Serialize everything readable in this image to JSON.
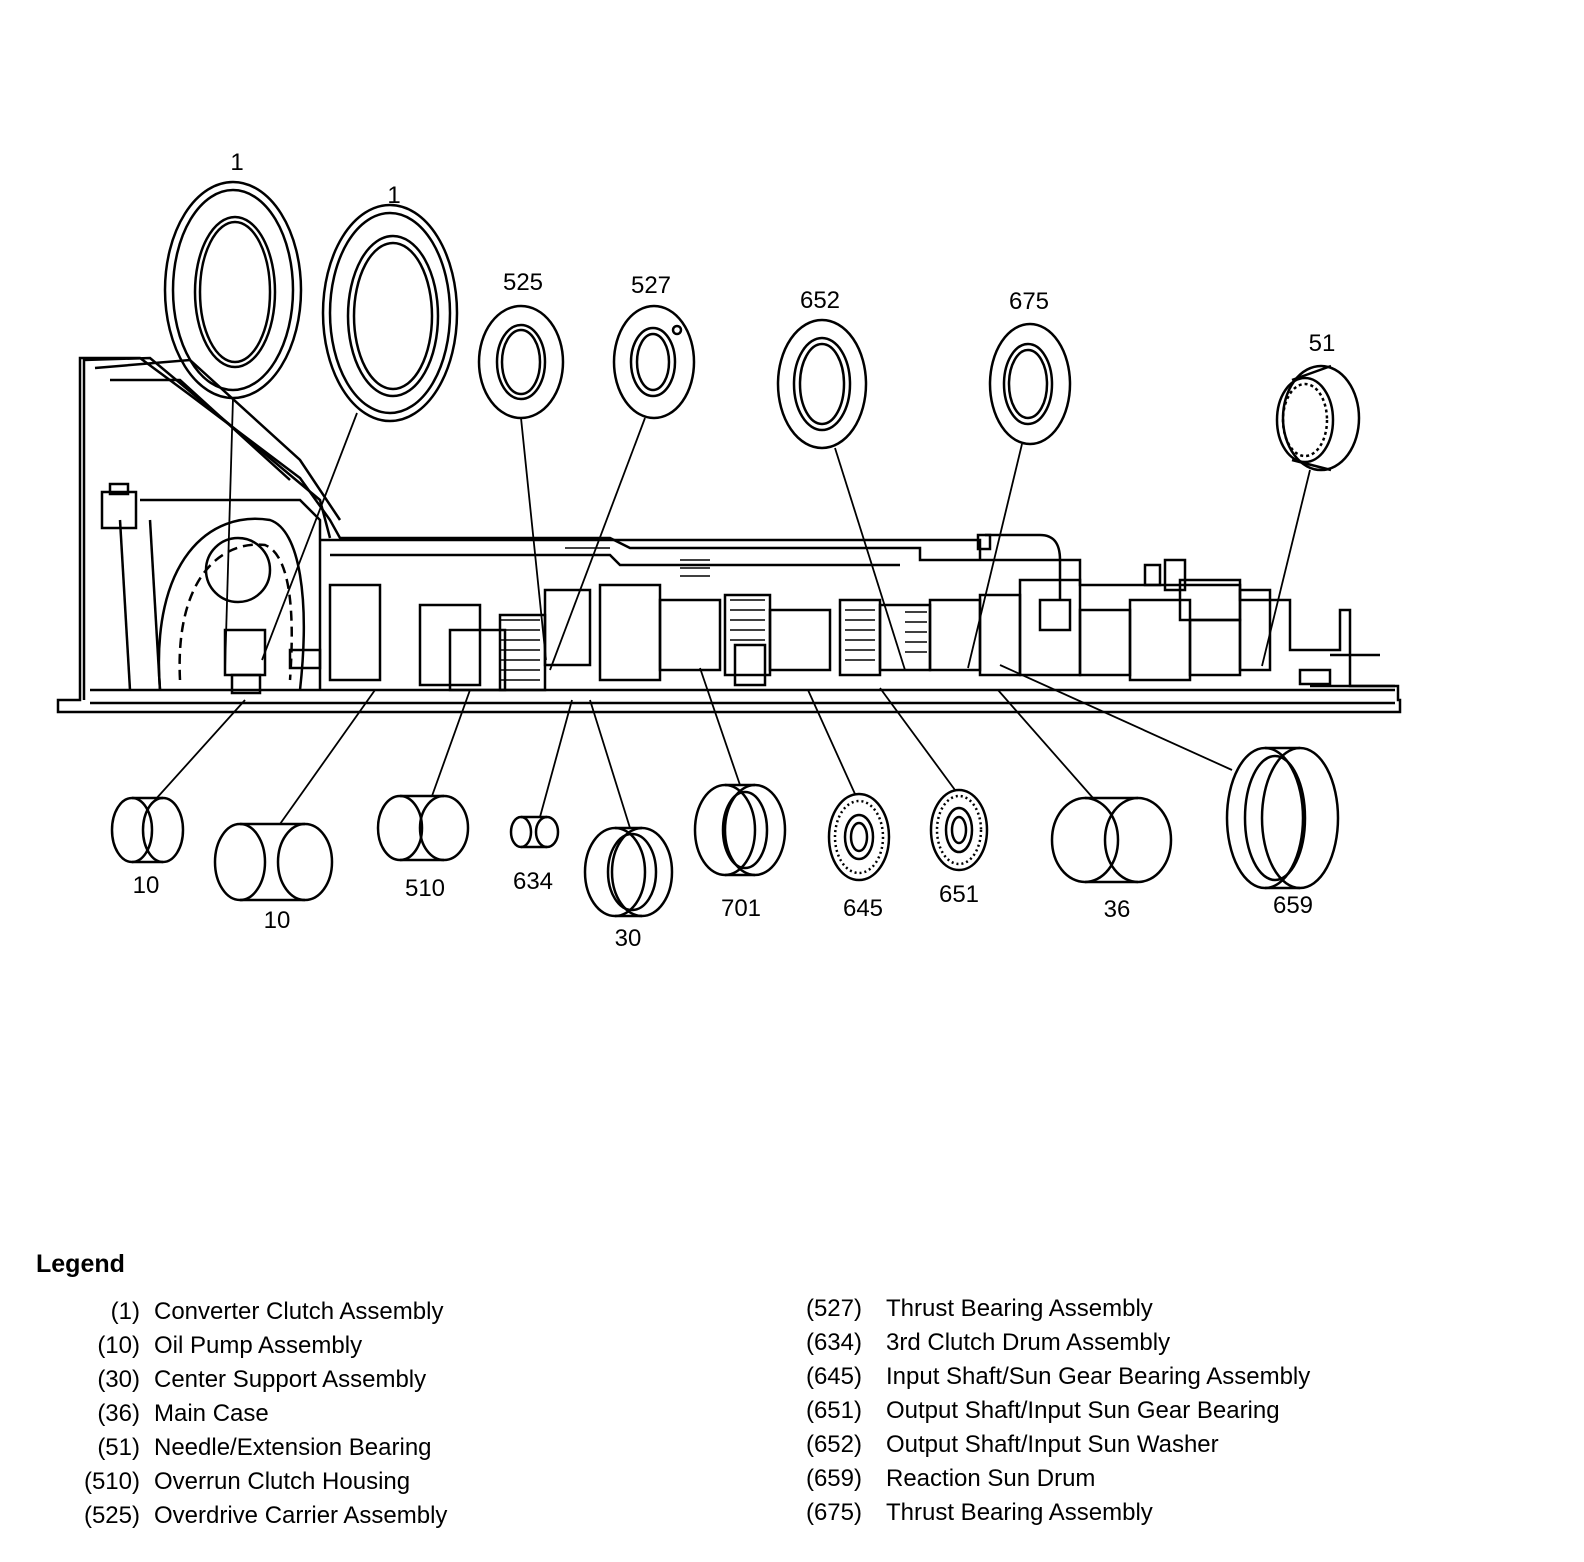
{
  "callouts": {
    "c1a": "1",
    "c1b": "1",
    "c525": "525",
    "c527": "527",
    "c652": "652",
    "c675": "675",
    "c51": "51",
    "c10a": "10",
    "c10b": "10",
    "c510": "510",
    "c634": "634",
    "c30": "30",
    "c701": "701",
    "c645": "645",
    "c651": "651",
    "c36": "36",
    "c659": "659"
  },
  "legend": {
    "title": "Legend",
    "left": [
      {
        "num": "(1)",
        "text": "Converter Clutch Assembly"
      },
      {
        "num": "(10)",
        "text": "Oil Pump Assembly"
      },
      {
        "num": "(30)",
        "text": "Center Support Assembly"
      },
      {
        "num": "(36)",
        "text": "Main Case"
      },
      {
        "num": "(51)",
        "text": "Needle/Extension Bearing"
      },
      {
        "num": "(510)",
        "text": "Overrun Clutch Housing"
      },
      {
        "num": "(525)",
        "text": "Overdrive Carrier Assembly"
      }
    ],
    "right": [
      {
        "num": "(527)",
        "text": "Thrust Bearing Assembly"
      },
      {
        "num": "(634)",
        "text": "3rd Clutch Drum Assembly"
      },
      {
        "num": "(645)",
        "text": "Input Shaft/Sun Gear Bearing Assembly"
      },
      {
        "num": "(651)",
        "text": "Output Shaft/Input Sun Gear Bearing"
      },
      {
        "num": "(652)",
        "text": "Output Shaft/Input Sun Washer"
      },
      {
        "num": "(659)",
        "text": "Reaction Sun Drum"
      },
      {
        "num": "(675)",
        "text": "Thrust Bearing Assembly"
      }
    ]
  }
}
